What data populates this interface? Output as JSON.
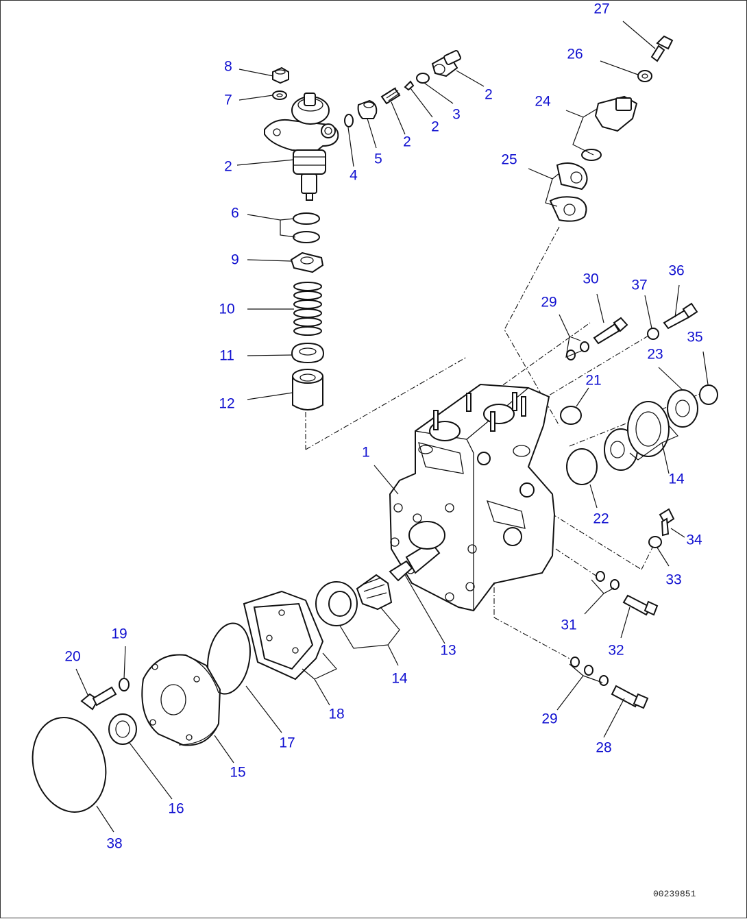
{
  "drawing_number": "00239851",
  "callouts": [
    {
      "id": "c27a",
      "label": "27"
    },
    {
      "id": "c26",
      "label": "26"
    },
    {
      "id": "c24",
      "label": "24"
    },
    {
      "id": "c25",
      "label": "25"
    },
    {
      "id": "c8",
      "label": "8"
    },
    {
      "id": "c7",
      "label": "7"
    },
    {
      "id": "c2a",
      "label": "2"
    },
    {
      "id": "c4",
      "label": "4"
    },
    {
      "id": "c5",
      "label": "5"
    },
    {
      "id": "c2b",
      "label": "2"
    },
    {
      "id": "c2c",
      "label": "2"
    },
    {
      "id": "c3",
      "label": "3"
    },
    {
      "id": "c2d",
      "label": "2"
    },
    {
      "id": "c6",
      "label": "6"
    },
    {
      "id": "c9",
      "label": "9"
    },
    {
      "id": "c10",
      "label": "10"
    },
    {
      "id": "c11",
      "label": "11"
    },
    {
      "id": "c12",
      "label": "12"
    },
    {
      "id": "c1",
      "label": "1"
    },
    {
      "id": "c29a",
      "label": "29"
    },
    {
      "id": "c30",
      "label": "30"
    },
    {
      "id": "c37",
      "label": "37"
    },
    {
      "id": "c36",
      "label": "36"
    },
    {
      "id": "c35",
      "label": "35"
    },
    {
      "id": "c23",
      "label": "23"
    },
    {
      "id": "c21",
      "label": "21"
    },
    {
      "id": "c14a",
      "label": "14"
    },
    {
      "id": "c22",
      "label": "22"
    },
    {
      "id": "c34",
      "label": "34"
    },
    {
      "id": "c33",
      "label": "33"
    },
    {
      "id": "c13",
      "label": "13"
    },
    {
      "id": "c14b",
      "label": "14"
    },
    {
      "id": "c31",
      "label": "31"
    },
    {
      "id": "c32",
      "label": "32"
    },
    {
      "id": "c19",
      "label": "19"
    },
    {
      "id": "c20",
      "label": "20"
    },
    {
      "id": "c18",
      "label": "18"
    },
    {
      "id": "c17",
      "label": "17"
    },
    {
      "id": "c15",
      "label": "15"
    },
    {
      "id": "c16",
      "label": "16"
    },
    {
      "id": "c38",
      "label": "38"
    },
    {
      "id": "c29b",
      "label": "29"
    },
    {
      "id": "c28",
      "label": "28"
    }
  ]
}
